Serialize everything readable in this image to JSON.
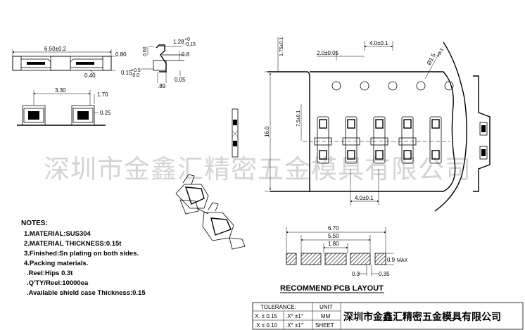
{
  "watermark": "深圳市金鑫汇精密五金模具有限公司",
  "top_left_view": {
    "dims": {
      "width": "6.50±0.2",
      "height": "0.80",
      "gap": "0.40"
    }
  },
  "side_view": {
    "dims": {
      "top": "1.28",
      "tol_plus": "+0",
      "tol_minus": "-0.15",
      "h1": "0.60",
      "h2": "0.8",
      "t": "0.15",
      "t_plus": "+0.5",
      "t_minus": "-0.0",
      "b": ".89",
      "c": "0.05"
    }
  },
  "bottom_left_view": {
    "dims": {
      "span": "3.30",
      "h": "1.70",
      "s": "0.25"
    }
  },
  "tape": {
    "dims": {
      "pitch_top": "4.0±0.1",
      "offset": "2.0±0.05",
      "edge": "1.75±0.1",
      "hole": "Ø1.5",
      "hole_tol": "+0.1",
      "width": "16.0",
      "half": "7.5±0.1",
      "pitch_bottom": "4.0±0.1"
    }
  },
  "notes": {
    "title": "NOTES:",
    "items": [
      "1.MATERIAL:SUS304",
      "2.MATERIAL THICKNESS:0.15t",
      "3.Finished:Sn plating on both sides.",
      "4.Packing materials.",
      " .Reel:Hips 0.3t",
      " .Q'TY/Reel:10000ea",
      " .Available shield case Thickness:0.15"
    ]
  },
  "pcb_layout": {
    "title": "RECOMMEND PCB LAYOUT",
    "dims": {
      "outer": "6.70",
      "inner": "5.50",
      "center": "1.80",
      "height": "0.9",
      "max": "MAX",
      "gap_left": "0.3",
      "gap_right": "0.35"
    }
  },
  "title_block": {
    "tolerance_label": "TOLERANCE:",
    "unit_label": "UNIT",
    "unit_value": "MM",
    "sheet_label": "SHEET",
    "tol_x": "X.  ± 0.15",
    "tol_xx": ".X  ± 0.10",
    "tol_ang1": ".X°  ±1°",
    "tol_ang2": ".X°  ±1°",
    "company": "深圳市金鑫汇精密五金模具有限公司"
  }
}
